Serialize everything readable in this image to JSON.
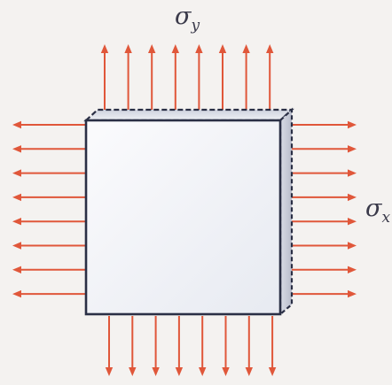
{
  "labels": {
    "sigma_y": {
      "symbol": "σ",
      "subscript": "y"
    },
    "sigma_x": {
      "symbol": "σ",
      "subscript": "x"
    }
  },
  "colors": {
    "arrow": "#e0573a",
    "edge": "#2a2f45",
    "face_light": "#f7f8fb",
    "face_shade": "#e6e9f0",
    "background": "#f4f2f0"
  },
  "arrows": {
    "top_count": 8,
    "bottom_count": 8,
    "left_count": 8,
    "right_count": 8
  }
}
